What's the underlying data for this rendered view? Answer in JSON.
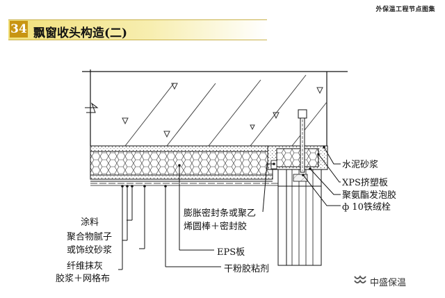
{
  "header": {
    "caption": "外保温工程节点图集",
    "number": "34",
    "title": "飘窗收头构造(二)"
  },
  "labels": {
    "cement_mortar": "水泥砂浆",
    "xps_board": "XPS挤塑板",
    "pu_foam": "聚氨酯发泡胶",
    "anchor_bolt": "ф 10铁绒栓",
    "coating": "涂料",
    "putty_line1": "聚合物腻子",
    "putty_line2": "或饰纹砂浆",
    "fiber_line1": "纤维抹灰",
    "fiber_line2": "胶浆＋网格布",
    "sealing_line1": "膨胀密封条或聚乙",
    "sealing_line2": "烯圆棒＋密封胶",
    "eps_board": "EPS板",
    "dry_adhesive": "干粉胶粘剂"
  },
  "watermark": {
    "text": "中盛保温",
    "icon": "wechat-channel-icon"
  },
  "colors": {
    "title_band": "#f1e07a",
    "badge": "#c89512",
    "line": "#111111"
  }
}
